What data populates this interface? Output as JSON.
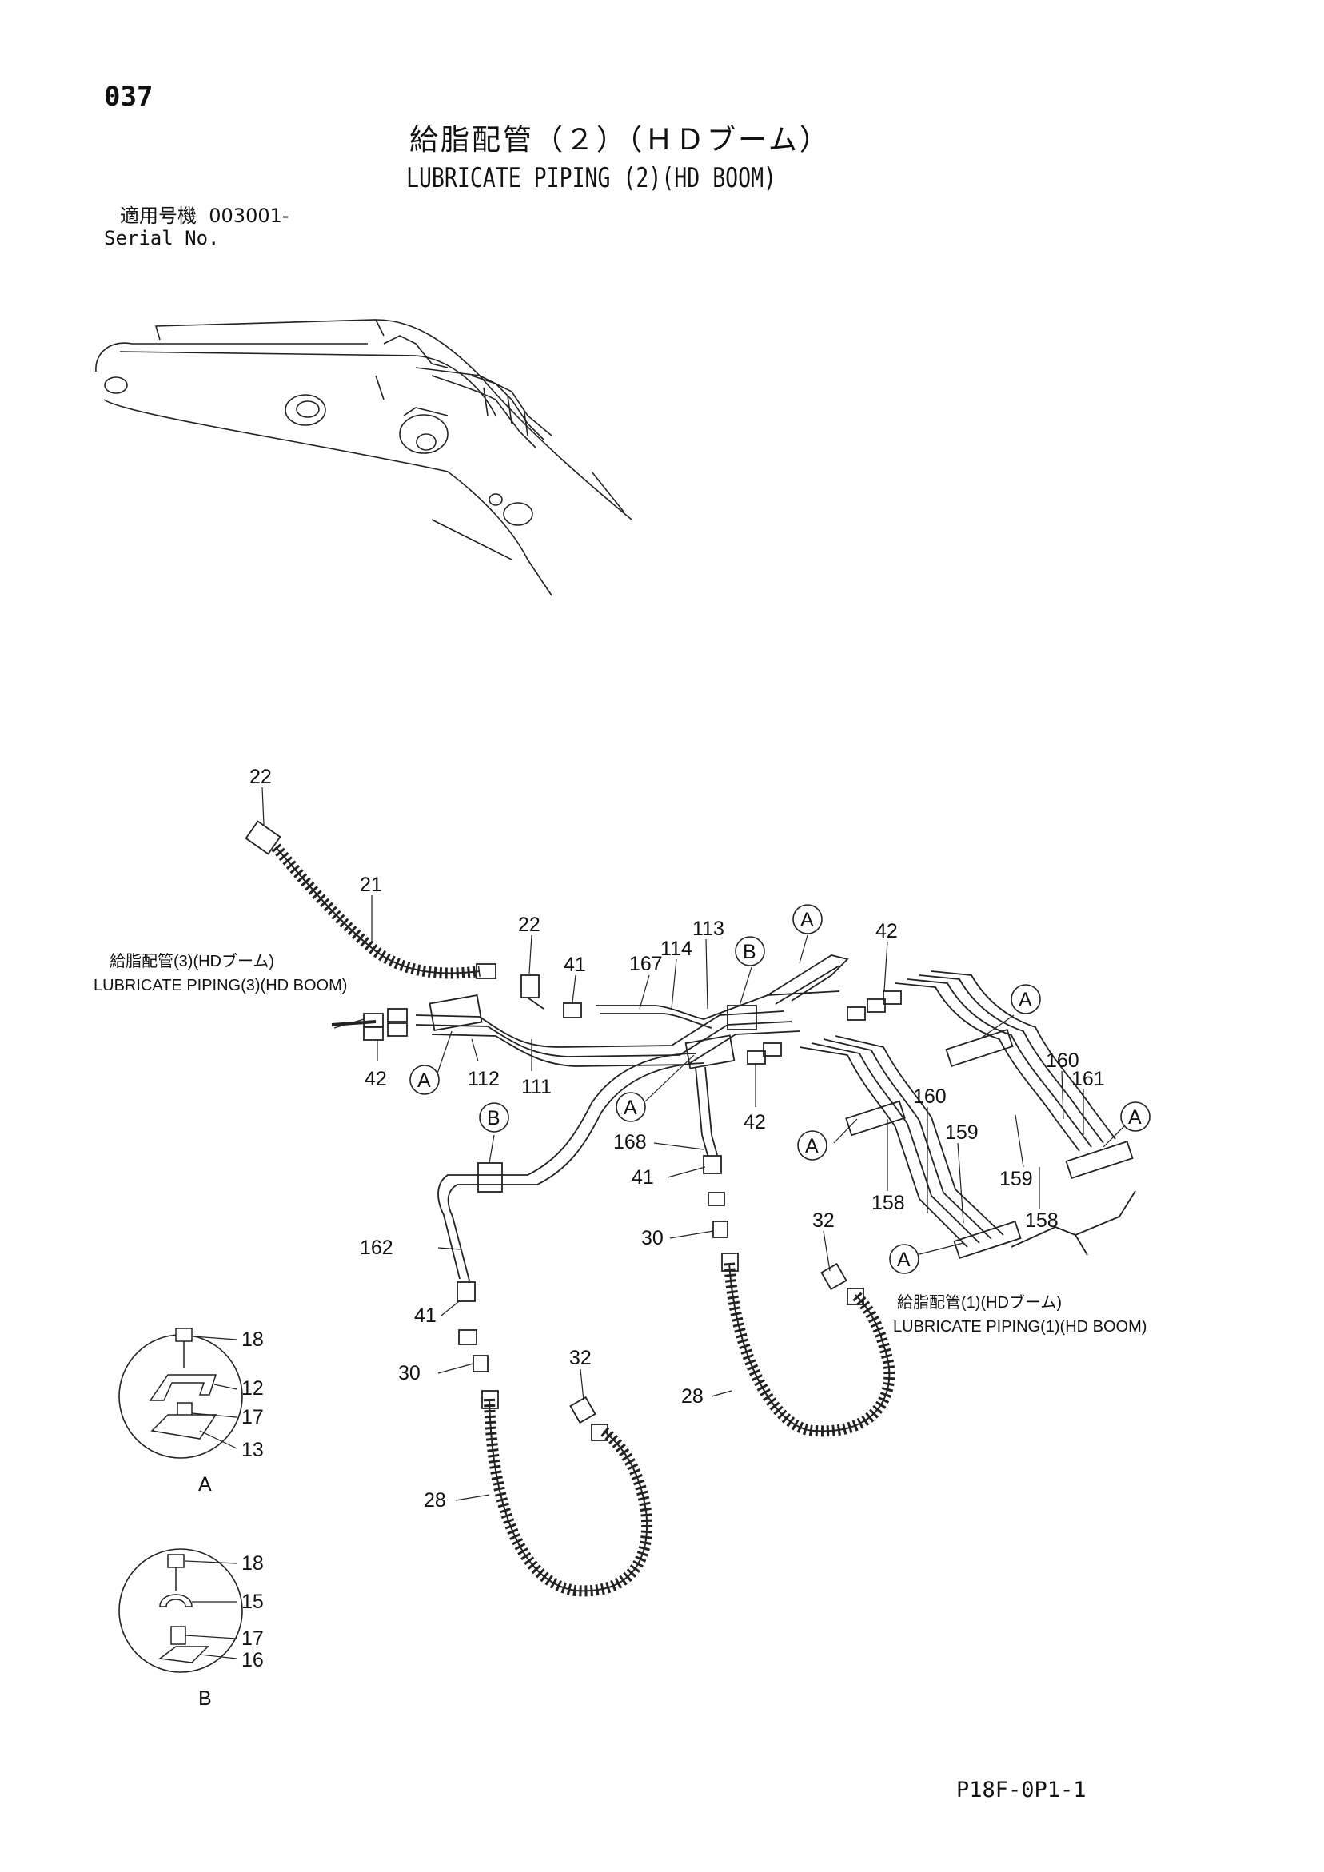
{
  "header": {
    "page_number": "037",
    "title_jp": "給脂配管（２）（ＨＤブーム）",
    "title_en": "LUBRICATE PIPING (2)(HD BOOM)",
    "serial_label_jp": "適用号機",
    "serial_value": "003001-",
    "serial_label_en": "Serial No."
  },
  "callouts": {
    "p22a": "22",
    "p21": "21",
    "p22b": "22",
    "p41a": "41",
    "p167": "167",
    "p114": "114",
    "p113": "113",
    "p42a": "42",
    "p42b": "42",
    "p112": "112",
    "p111": "111",
    "p42c": "42",
    "p168": "168",
    "p41b": "41",
    "p30a": "30",
    "p162": "162",
    "p41c": "41",
    "p30b": "30",
    "p32a": "32",
    "p28a": "28",
    "p32b": "32",
    "p28b": "28",
    "p160a": "160",
    "p159a": "159",
    "p158a": "158",
    "p160b": "160",
    "p161": "161",
    "p159b": "159",
    "p158b": "158",
    "p18a": "18",
    "p12": "12",
    "p17a": "17",
    "p13": "13",
    "p18b": "18",
    "p15": "15",
    "p17b": "17",
    "p16": "16"
  },
  "view_markers": {
    "A": "A",
    "B": "B"
  },
  "detail_labels": {
    "detail_a": "A",
    "detail_b": "B"
  },
  "references": {
    "ref3_jp": "給脂配管(3)(HDブーム)",
    "ref3_en": "LUBRICATE PIPING(3)(HD BOOM)",
    "ref1_jp": "給脂配管(1)(HDブーム)",
    "ref1_en": "LUBRICATE PIPING(1)(HD BOOM)"
  },
  "footer": {
    "doc_code": "P18F-0P1-1"
  }
}
